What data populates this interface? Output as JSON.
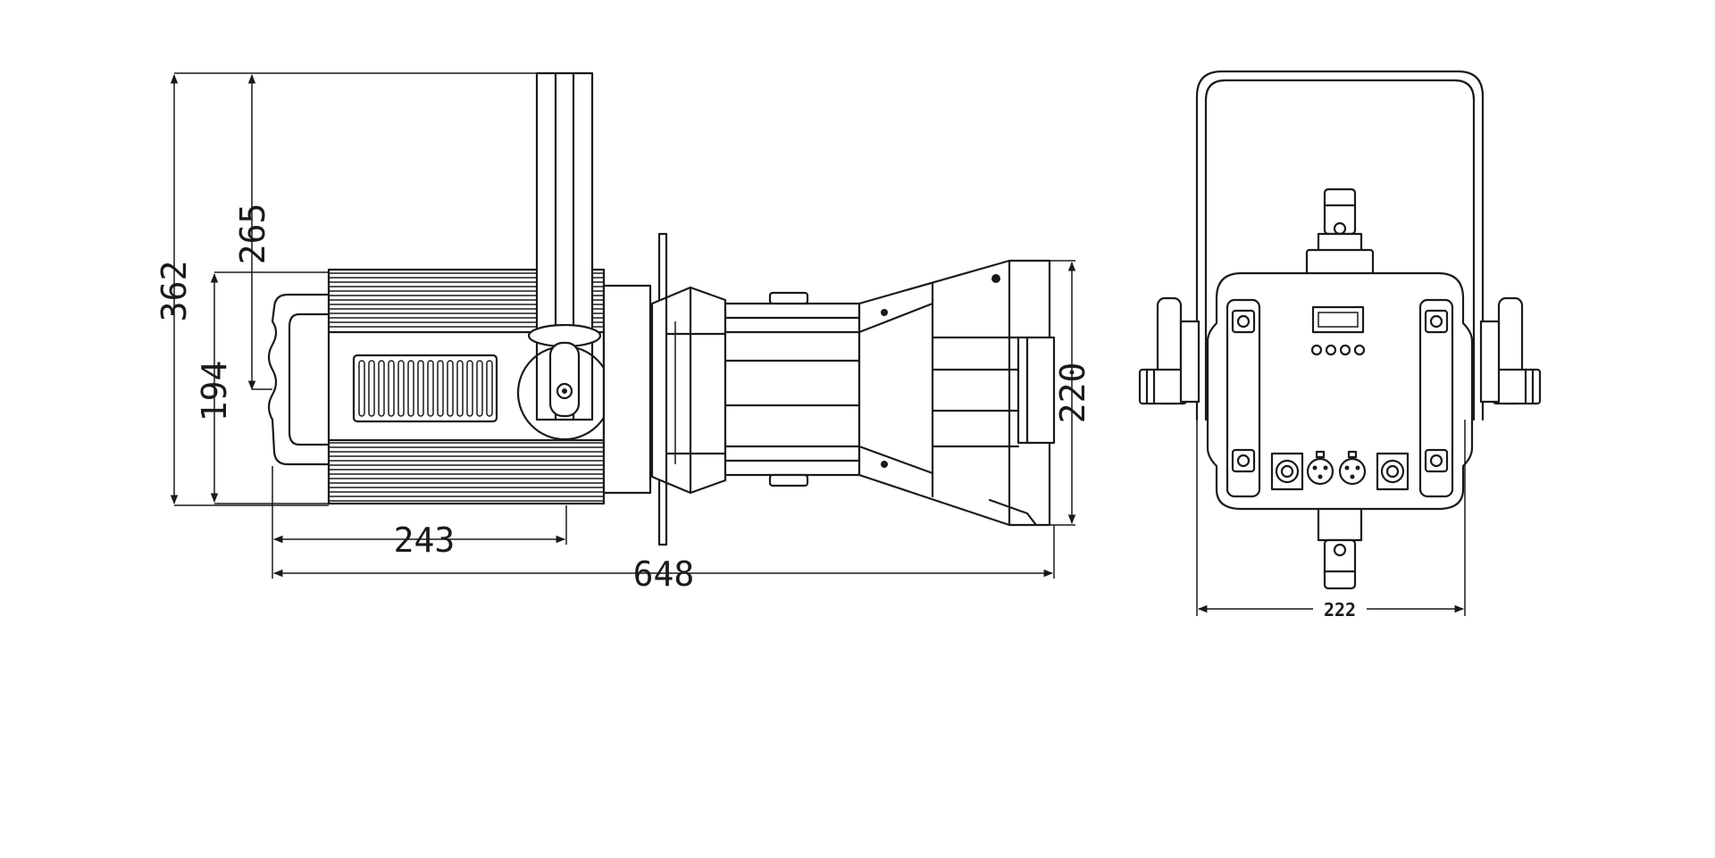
{
  "dimensions": {
    "side_height_total": "362",
    "side_yoke_height": "265",
    "side_body_height": "194",
    "side_yoke_offset": "243",
    "side_total_length": "648",
    "side_front_height": "220",
    "front_width": "222"
  }
}
